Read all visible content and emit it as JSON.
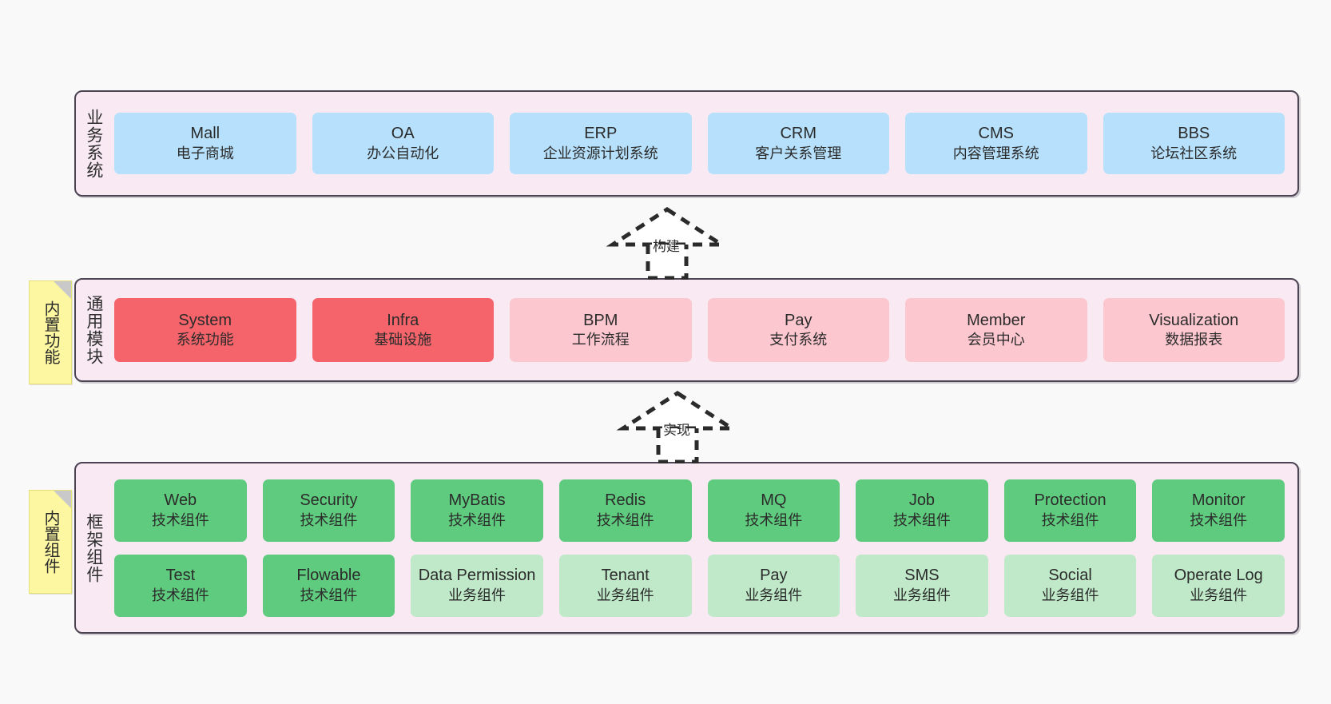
{
  "diagram": {
    "background": "#f9f9f9",
    "container_fill": "#f8e9f2",
    "container_border": "#4d4453",
    "note_fill": "#fcf7a0"
  },
  "layers": [
    {
      "id": "business",
      "title": "业务系统",
      "note": null,
      "rows": [
        {
          "cards": [
            {
              "en": "Mall",
              "cn": "电子商城",
              "color": "#b6e0fb",
              "tone": "blue"
            },
            {
              "en": "OA",
              "cn": "办公自动化",
              "color": "#b6e0fb",
              "tone": "blue"
            },
            {
              "en": "ERP",
              "cn": "企业资源计划系统",
              "color": "#b6e0fb",
              "tone": "blue"
            },
            {
              "en": "CRM",
              "cn": "客户关系管理",
              "color": "#b6e0fb",
              "tone": "blue"
            },
            {
              "en": "CMS",
              "cn": "内容管理系统",
              "color": "#b6e0fb",
              "tone": "blue"
            },
            {
              "en": "BBS",
              "cn": "论坛社区系统",
              "color": "#b6e0fb",
              "tone": "blue"
            }
          ]
        }
      ]
    },
    {
      "id": "common",
      "title": "通用模块",
      "note": "内置功能",
      "rows": [
        {
          "cards": [
            {
              "en": "System",
              "cn": "系统功能",
              "color": "#f4646a",
              "tone": "red"
            },
            {
              "en": "Infra",
              "cn": "基础设施",
              "color": "#f4646a",
              "tone": "red"
            },
            {
              "en": "BPM",
              "cn": "工作流程",
              "color": "#fcc7ce",
              "tone": "pink"
            },
            {
              "en": "Pay",
              "cn": "支付系统",
              "color": "#fcc7ce",
              "tone": "pink"
            },
            {
              "en": "Member",
              "cn": "会员中心",
              "color": "#fcc7ce",
              "tone": "pink"
            },
            {
              "en": "Visualization",
              "cn": "数据报表",
              "color": "#fcc7ce",
              "tone": "pink"
            }
          ]
        }
      ]
    },
    {
      "id": "frame",
      "title": "框架组件",
      "note": "内置组件",
      "rows": [
        {
          "cards": [
            {
              "en": "Web",
              "cn": "技术组件",
              "color": "#5fcb7e",
              "tone": "green"
            },
            {
              "en": "Security",
              "cn": "技术组件",
              "color": "#5fcb7e",
              "tone": "green"
            },
            {
              "en": "MyBatis",
              "cn": "技术组件",
              "color": "#5fcb7e",
              "tone": "green"
            },
            {
              "en": "Redis",
              "cn": "技术组件",
              "color": "#5fcb7e",
              "tone": "green"
            },
            {
              "en": "MQ",
              "cn": "技术组件",
              "color": "#5fcb7e",
              "tone": "green"
            },
            {
              "en": "Job",
              "cn": "技术组件",
              "color": "#5fcb7e",
              "tone": "green"
            },
            {
              "en": "Protection",
              "cn": "技术组件",
              "color": "#5fcb7e",
              "tone": "green"
            },
            {
              "en": "Monitor",
              "cn": "技术组件",
              "color": "#5fcb7e",
              "tone": "green"
            }
          ]
        },
        {
          "cards": [
            {
              "en": "Test",
              "cn": "技术组件",
              "color": "#5fcb7e",
              "tone": "green"
            },
            {
              "en": "Flowable",
              "cn": "技术组件",
              "color": "#5fcb7e",
              "tone": "green"
            },
            {
              "en": "Data Permission",
              "cn": "业务组件",
              "color": "#bfe9c8",
              "tone": "mint"
            },
            {
              "en": "Tenant",
              "cn": "业务组件",
              "color": "#bfe9c8",
              "tone": "mint"
            },
            {
              "en": "Pay",
              "cn": "业务组件",
              "color": "#bfe9c8",
              "tone": "mint"
            },
            {
              "en": "SMS",
              "cn": "业务组件",
              "color": "#bfe9c8",
              "tone": "mint"
            },
            {
              "en": "Social",
              "cn": "业务组件",
              "color": "#bfe9c8",
              "tone": "mint"
            },
            {
              "en": "Operate Log",
              "cn": "业务组件",
              "color": "#bfe9c8",
              "tone": "mint"
            }
          ]
        }
      ]
    }
  ],
  "connectors": [
    {
      "id": "build",
      "label": "构建",
      "style": "dashed-generalization-up"
    },
    {
      "id": "impl",
      "label": "实现",
      "style": "dashed-generalization-up"
    }
  ]
}
